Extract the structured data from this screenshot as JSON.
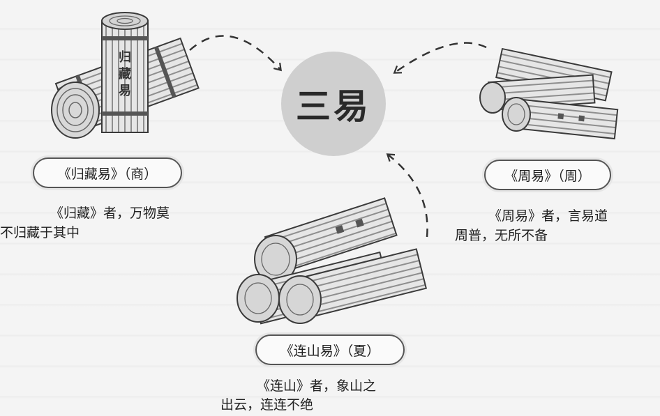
{
  "center": {
    "title": "三易"
  },
  "books": [
    {
      "id": "guizang",
      "pill": "《归藏易》（商）",
      "desc_line1": "《归藏》者，万物莫",
      "desc_line2": "不归藏于其中",
      "scroll_text": [
        "归",
        "藏",
        "易"
      ]
    },
    {
      "id": "zhou",
      "pill": "《周易》（周）",
      "desc_line1": "《周易》者，言易道",
      "desc_line2": "周普，无所不备"
    },
    {
      "id": "lianshan",
      "pill": "《连山易》（夏）",
      "desc_line1": "《连山》者，象山之",
      "desc_line2": "出云，连连不绝"
    }
  ],
  "colors": {
    "circle": "#cfcfcf",
    "bamboo_light": "#e8e8e8",
    "bamboo_dark": "#9a9a9a",
    "outline": "#3a3a3a"
  }
}
